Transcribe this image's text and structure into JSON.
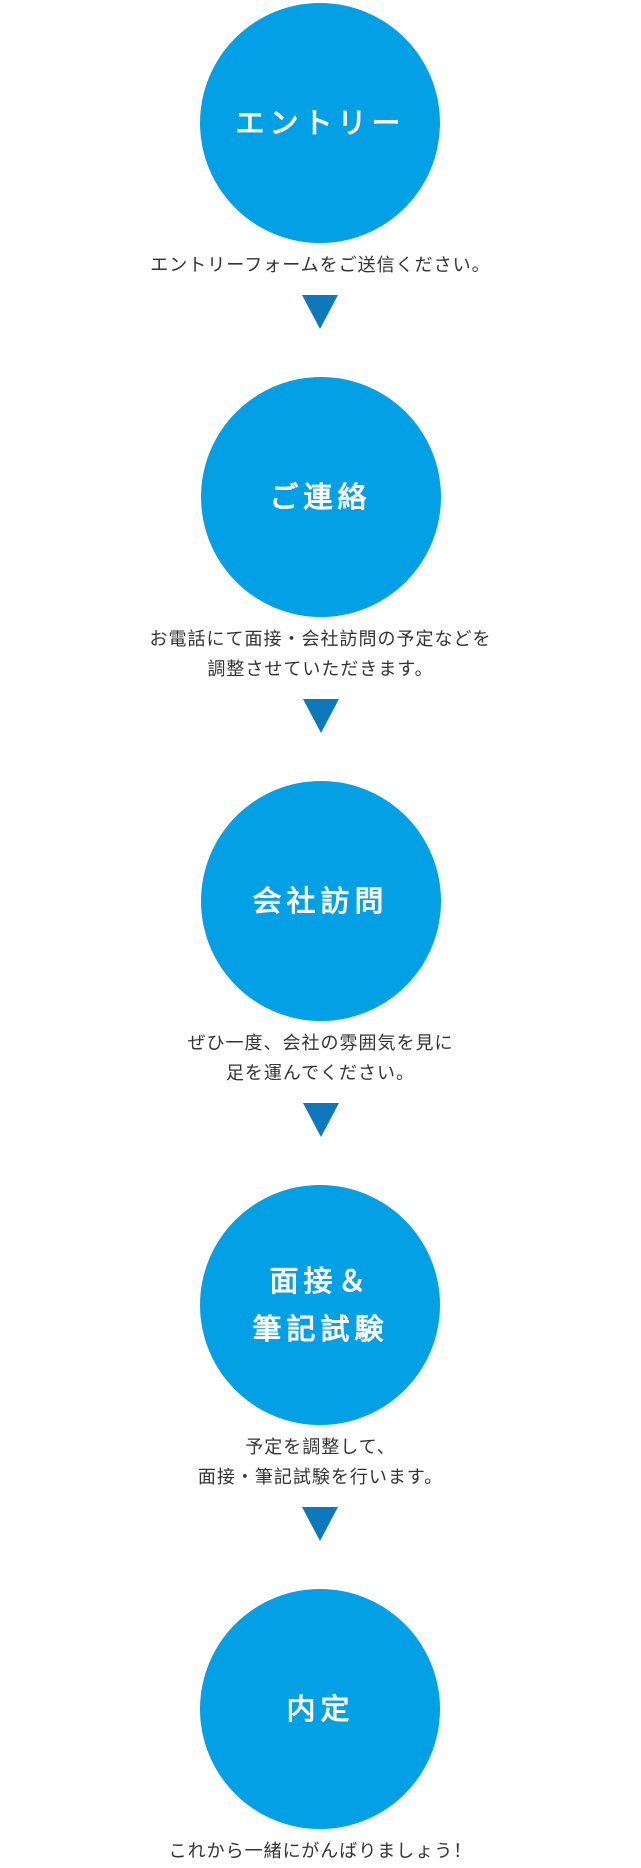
{
  "steps": [
    {
      "title": [
        "エントリー"
      ],
      "description": [
        "エントリーフォームをご送信ください。"
      ]
    },
    {
      "title": [
        "ご連絡"
      ],
      "description": [
        "お電話にて面接・会社訪問の予定などを",
        "調整させていただきます。"
      ]
    },
    {
      "title": [
        "会社訪問"
      ],
      "description": [
        "ぜひ一度、会社の雰囲気を見に",
        "足を運んでください。"
      ]
    },
    {
      "title": [
        "面接＆",
        "筆記試験"
      ],
      "description": [
        "予定を調整して、",
        "面接・筆記試験を行います。"
      ]
    },
    {
      "title": [
        "内定"
      ],
      "description": [
        "これから一緒にがんばりましょう！"
      ]
    }
  ],
  "colors": {
    "circle": "#04a0e6",
    "arrow": "#0e78bc",
    "text": "#333333"
  }
}
